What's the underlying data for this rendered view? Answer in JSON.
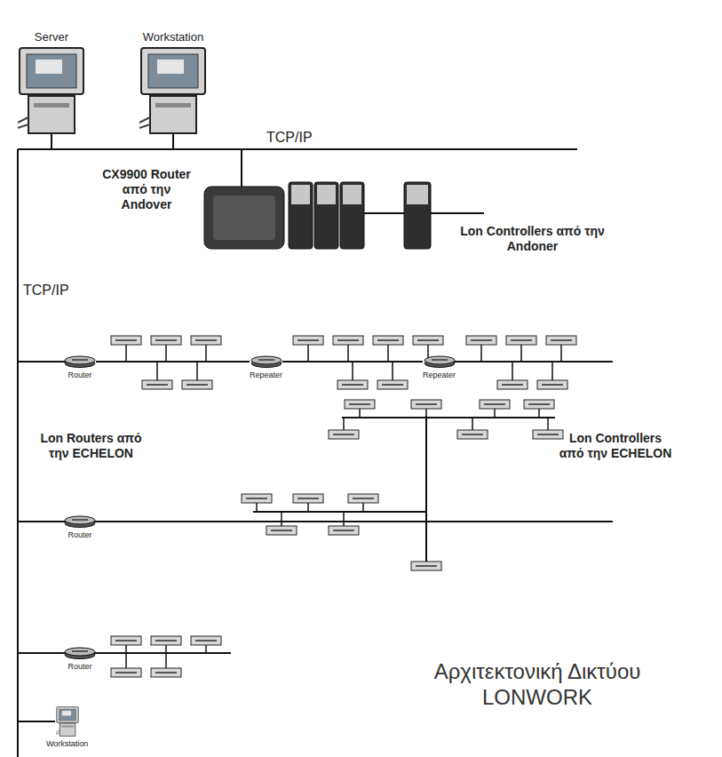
{
  "diagram": {
    "title": "Αρχιτεκτονική Δικτύου LONWORK",
    "nodes": [
      {
        "text": [
          "Server"
        ]
      },
      {
        "text": [
          "Workstation"
        ]
      },
      {
        "text": [
          "Router"
        ]
      },
      {
        "text": [
          "Repeater"
        ]
      },
      {
        "text": [
          "Repeater"
        ]
      },
      {
        "text": [
          "Router"
        ]
      },
      {
        "text": [
          "Router"
        ]
      },
      {
        "text": [
          "Workstation"
        ]
      }
    ],
    "edges": [
      {
        "from": 2,
        "to": 3,
        "arrow": "none"
      },
      {
        "from": 3,
        "to": 4,
        "arrow": "none"
      }
    ],
    "labels": [
      "TCP/IP",
      "CX9900 Router από την Andover",
      "Lon Controllers από την Andoner",
      "TCP/IP",
      "Lon Routers από την ECHELON",
      "Lon Controllers από την ECHELON"
    ]
  }
}
